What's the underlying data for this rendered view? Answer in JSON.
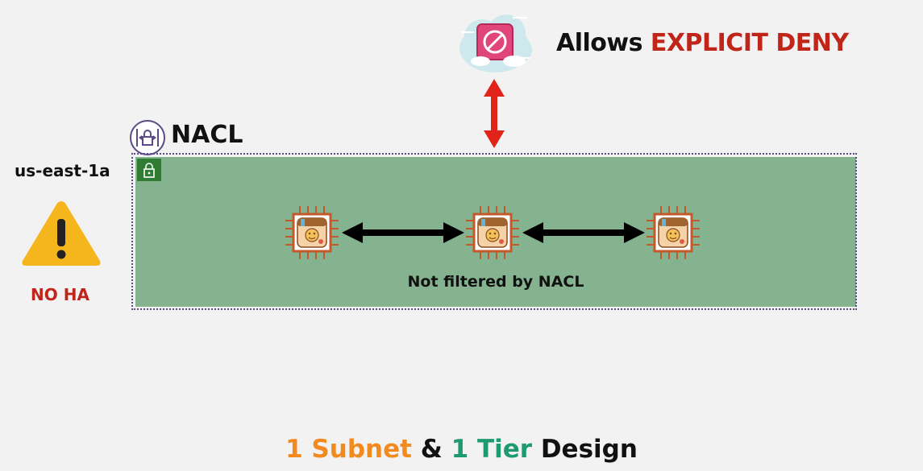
{
  "deny": {
    "prefix": "Allows",
    "highlight": "EXPLICIT DENY"
  },
  "nacl": {
    "label": "NACL"
  },
  "availability_zone": {
    "label": "us-east-1a",
    "warning": "NO HA"
  },
  "subnet": {
    "caption": "Not filtered by NACL",
    "instance_count": 3
  },
  "design": {
    "part1": "1 Subnet",
    "part2": "&",
    "part3": "1 Tier",
    "part4": "Design"
  },
  "colors": {
    "background": "#f3f2f3",
    "subnet_fill": "#86b38f",
    "accent_red": "#c0251a",
    "accent_orange": "#f28a1f",
    "accent_green": "#1e9a72",
    "nacl_purple": "#5a4a86",
    "instance_orange": "#c45a2a",
    "lock_green": "#2e7d32"
  },
  "icons": {
    "deny": "block-cloud-icon",
    "nacl": "nacl-icon",
    "warning": "warning-icon",
    "lock": "lock-icon",
    "instance": "ec2-instance-icon"
  }
}
